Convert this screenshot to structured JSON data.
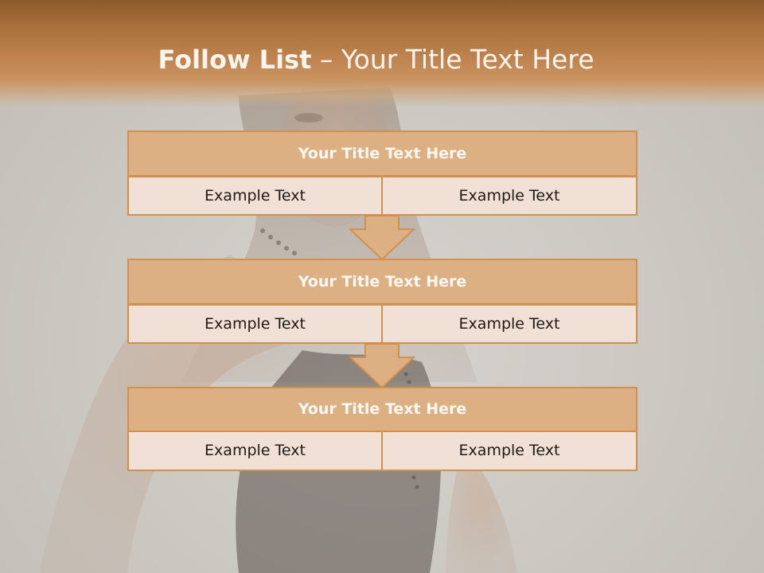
{
  "slide": {
    "title_bold": "Follow List",
    "title_rest": " – Your Title Text Here"
  },
  "flow": [
    {
      "header": "Your Title Text Here",
      "left": "Example Text",
      "right": "Example Text"
    },
    {
      "header": "Your Title Text Here",
      "left": "Example Text",
      "right": "Example Text"
    },
    {
      "header": "Your Title Text Here",
      "left": "Example Text",
      "right": "Example Text"
    }
  ],
  "colors": {
    "header_band": "#b97a43",
    "box_header_fill": "#ddb083",
    "box_cell_fill": "#f0e0d5",
    "box_border": "#d0904f",
    "arrow_fill": "#ddb083"
  }
}
